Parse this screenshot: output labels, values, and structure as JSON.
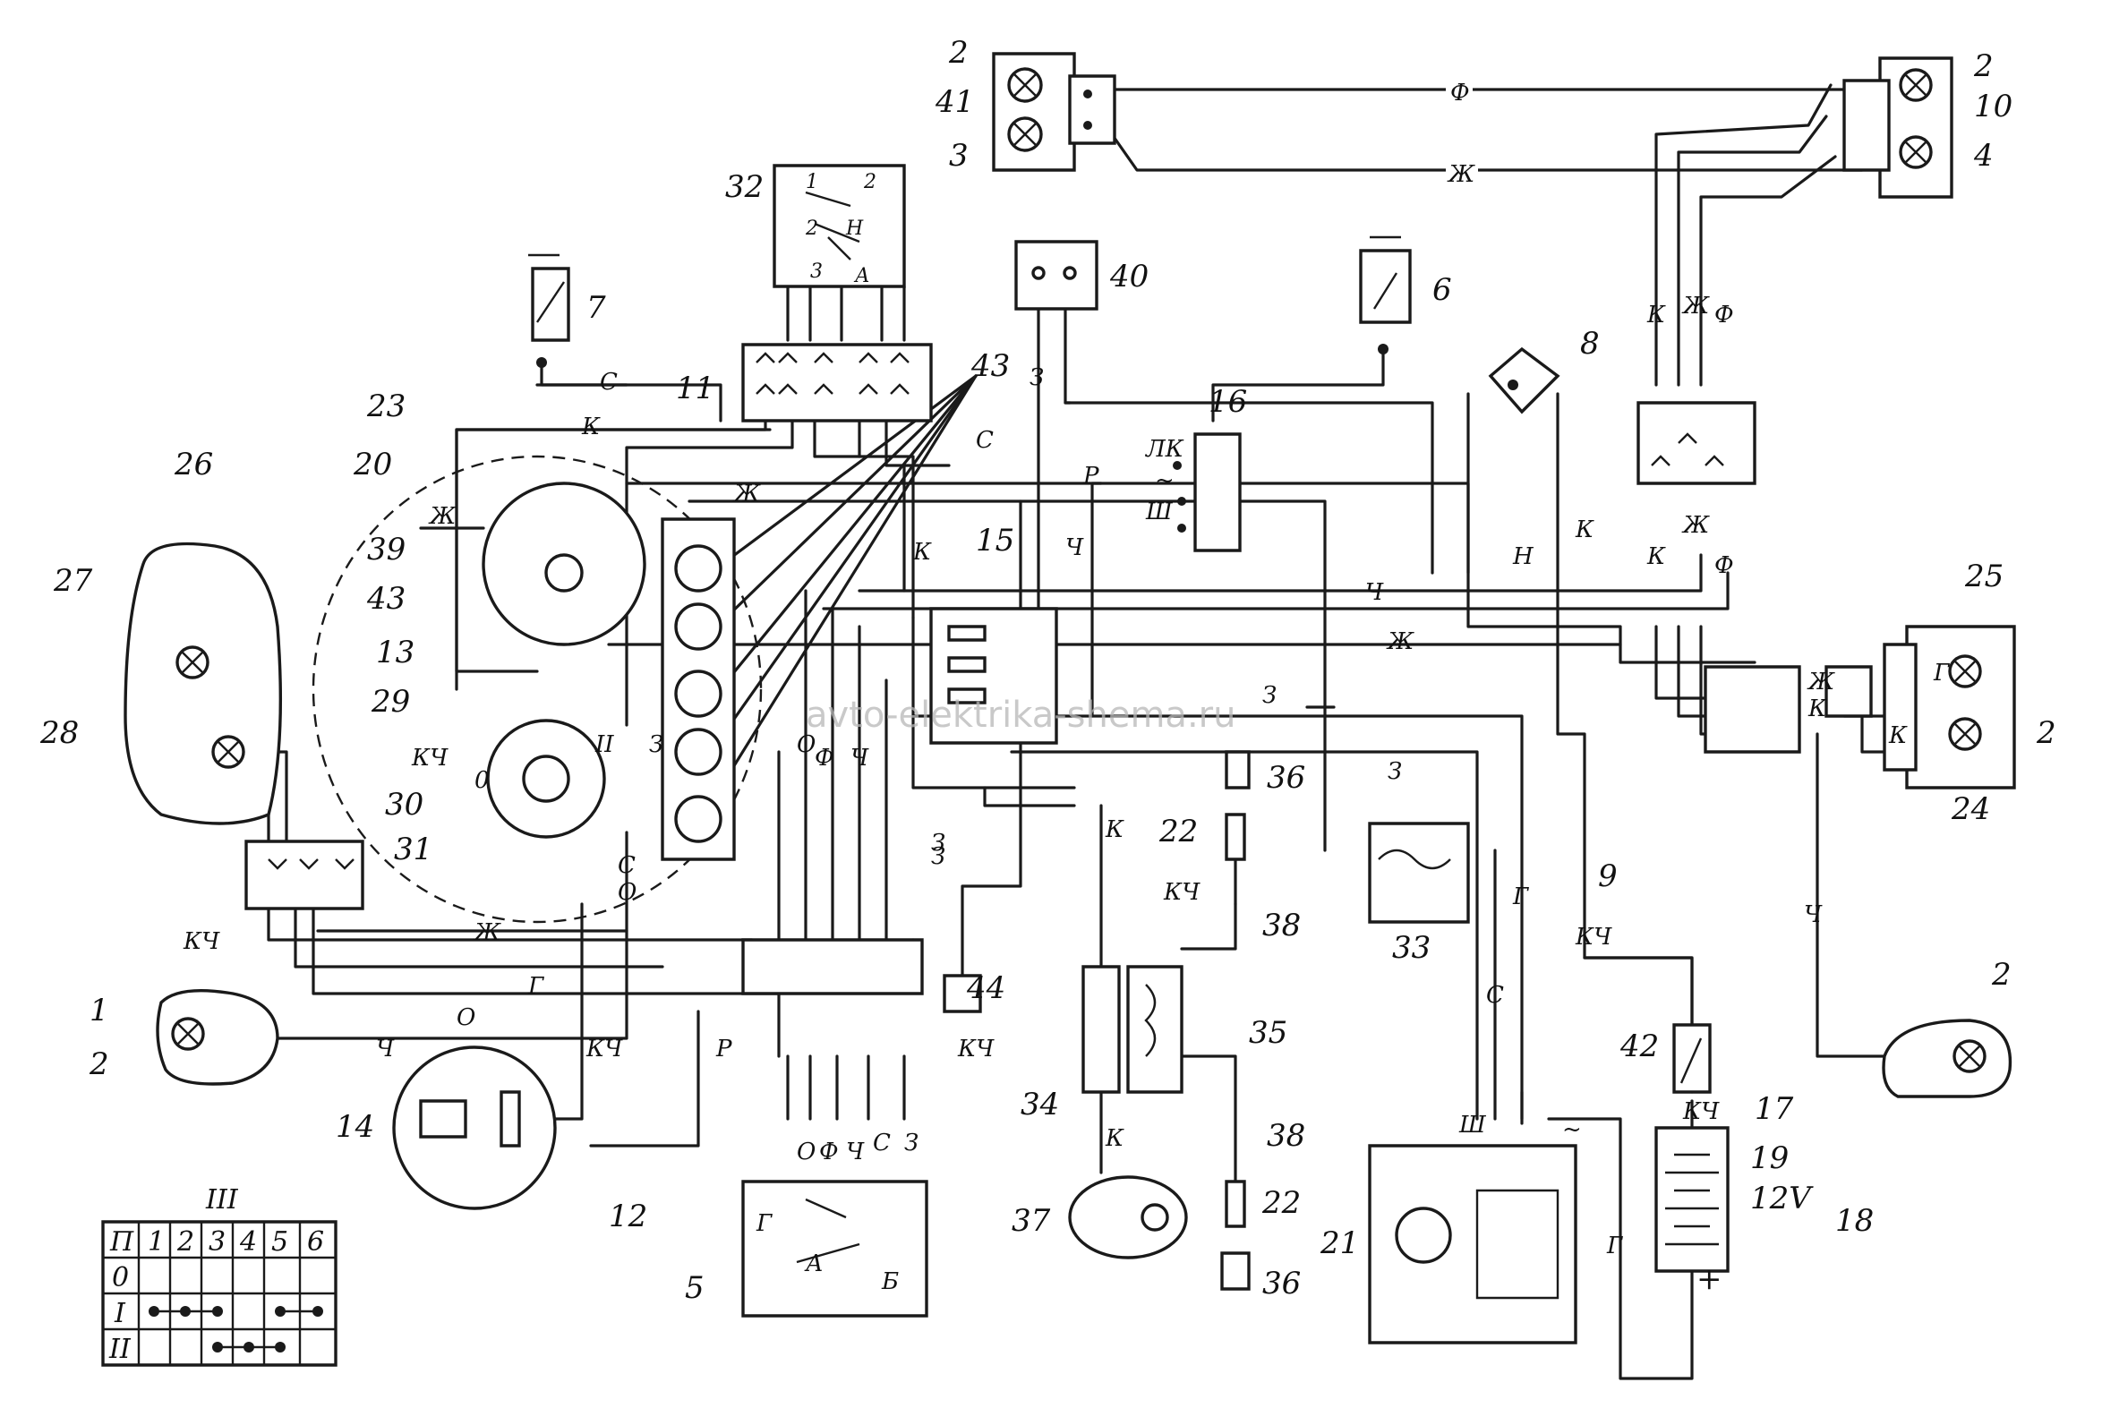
{
  "watermark": "avto-elektrika-shema.ru",
  "component_numbers": [
    "1",
    "2",
    "3",
    "4",
    "5",
    "6",
    "7",
    "8",
    "9",
    "10",
    "11",
    "12",
    "13",
    "14",
    "15",
    "16",
    "17",
    "18",
    "19",
    "20",
    "21",
    "22",
    "23",
    "24",
    "25",
    "26",
    "27",
    "28",
    "29",
    "30",
    "31",
    "32",
    "33",
    "34",
    "35",
    "36",
    "37",
    "38",
    "39",
    "40",
    "41",
    "42",
    "43",
    "44"
  ],
  "wire_colors": {
    "f": "Ф",
    "zh": "Ж",
    "k": "К",
    "s": "С",
    "ch": "Ч",
    "z": "З",
    "r": "Р",
    "o": "О",
    "g": "Г",
    "kch": "КЧ",
    "n": "Н"
  },
  "terminal_labels": {
    "lk": "ЛК",
    "sh": "Ш",
    "ac": "~",
    "a": "А",
    "b": "Б",
    "plus": "+",
    "voltage": "12V",
    "n": "Н"
  },
  "switch_table": {
    "title": "III",
    "header": [
      "П",
      "1",
      "2",
      "3",
      "4",
      "5",
      "6"
    ],
    "rows": [
      {
        "pos": "0",
        "links": []
      },
      {
        "pos": "I",
        "links": [
          "1-3",
          "5-6"
        ]
      },
      {
        "pos": "II",
        "links": [
          "3-5"
        ]
      }
    ]
  },
  "ignition_switch_marks": [
    "0",
    "I",
    "II"
  ]
}
